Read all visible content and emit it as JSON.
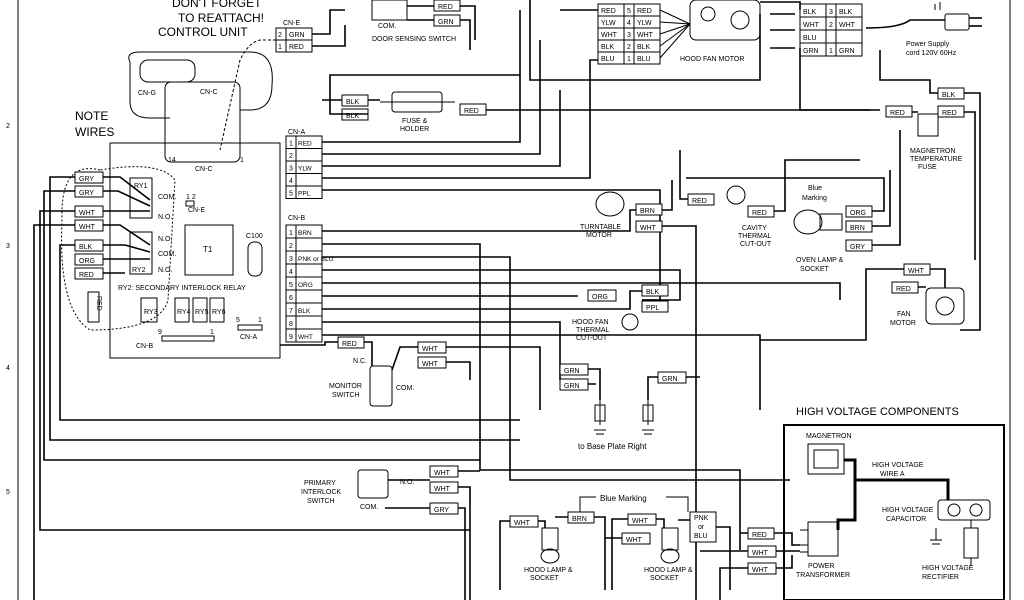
{
  "notes": {
    "reattach_line1": "DON'T FORGET",
    "reattach_line2": "TO REATTACH!",
    "control_unit": "CONTROL UNIT",
    "note": "NOTE",
    "wires": "WIRES"
  },
  "control_board": {
    "cn_g": "CN-G",
    "cn_c": "CN-C",
    "cn_c2": "CN-C",
    "cn_e": "CN-E",
    "cn_e_top": "CN-E",
    "cn_a": "CN-A",
    "cn_b": "CN-B",
    "cn_b2": "CN-B",
    "cn_a2": "CN-A",
    "pin14": "14",
    "pin1": "1",
    "ry1": "RY1",
    "ry2": "RY2",
    "ry3": "RY3",
    "ry4": "RY4",
    "ry5": "RY5",
    "ry6": "RY6",
    "com": "COM.",
    "no": "N.O.",
    "no2": "N.O.",
    "com2": "COM.",
    "no3": "N.O.",
    "t1": "T1",
    "c100": "C100",
    "ry2_label": "RY2: SECONDARY INTERLOCK RELAY",
    "pin9": "9",
    "pin1b": "1",
    "pin5": "5",
    "pin1c": "1",
    "cne_pins": "1 2"
  },
  "left_wires": [
    "GRY",
    "GRY",
    "WHT",
    "WHT",
    "BLK",
    "ORG",
    "RED"
  ],
  "red_vertical": "RED",
  "cn_e_pins": [
    {
      "n": "2",
      "c": "GRN"
    },
    {
      "n": "1",
      "c": "RED"
    }
  ],
  "cn_a_pins": [
    {
      "n": "1",
      "c": "RED"
    },
    {
      "n": "2",
      "c": ""
    },
    {
      "n": "3",
      "c": "YLW"
    },
    {
      "n": "4",
      "c": ""
    },
    {
      "n": "5",
      "c": "PPL"
    }
  ],
  "cn_b_pins": [
    {
      "n": "1",
      "c": "BRN"
    },
    {
      "n": "2",
      "c": ""
    },
    {
      "n": "3",
      "c": "PNK or BLU"
    },
    {
      "n": "4",
      "c": ""
    },
    {
      "n": "5",
      "c": "ORG"
    },
    {
      "n": "6",
      "c": ""
    },
    {
      "n": "7",
      "c": "BLK"
    },
    {
      "n": "8",
      "c": ""
    },
    {
      "n": "9",
      "c": "WHT"
    }
  ],
  "hood_fan_pins": [
    {
      "c": "RED",
      "n": "5",
      "c2": "RED"
    },
    {
      "c": "YLW",
      "n": "4",
      "c2": "YLW"
    },
    {
      "c": "WHT",
      "n": "3",
      "c2": "WHT"
    },
    {
      "c": "BLK",
      "n": "2",
      "c2": "BLK"
    },
    {
      "c": "BLU",
      "n": "1",
      "c2": "BLU"
    }
  ],
  "power_pins": [
    {
      "c": "BLK",
      "n": "3",
      "c2": "BLK"
    },
    {
      "c": "WHT",
      "n": "2",
      "c2": "WHT"
    },
    {
      "c": "BLU",
      "n": "",
      "c2": ""
    },
    {
      "c": "GRN",
      "n": "1",
      "c2": "GRN"
    }
  ],
  "labels": {
    "door_com": "COM.",
    "door_red": "RED",
    "door_grn": "GRN",
    "door_switch": "DOOR SENSING SWITCH",
    "hood_fan_motor": "HOOD FAN MOTOR",
    "power_supply": "Power Supply",
    "power_cord": "cord 120V 60Hz",
    "fuse_blk1": "BLK",
    "fuse_blk2": "BLK",
    "fuse_red": "RED",
    "fuse_holder1": "FUSE &",
    "fuse_holder2": "HOLDER",
    "mag_red1": "RED",
    "mag_blk": "BLK",
    "mag_red2": "RED",
    "mag_fuse1": "MAGNETRON",
    "mag_fuse2": "TEMPERATURE",
    "mag_fuse3": "FUSE",
    "tt_brn": "BRN",
    "tt_wht": "WHT",
    "tt_label1": "TURNTABLE",
    "tt_label2": "MOTOR",
    "cav_red1": "RED",
    "cav_red2": "RED",
    "cav1": "CAVITY",
    "cav2": "THERMAL",
    "cav3": "CUT-OUT",
    "blue_marking1": "Blue",
    "blue_marking2": "Marking",
    "ol_org": "ORG",
    "ol_brn": "BRN",
    "ol_gry": "GRY",
    "oven_lamp1": "OVEN LAMP &",
    "oven_lamp2": "SOCKET",
    "fm_wht": "WHT",
    "fm_red": "RED",
    "fan_motor1": "FAN",
    "fan_motor2": "MOTOR",
    "hf_org": "ORG",
    "hf_blk": "BLK",
    "hf_ppl": "PPL",
    "hft1": "HOOD FAN",
    "hft2": "THERMAL",
    "hft3": "CUT-OUT",
    "mon_red": "RED",
    "mon_wht1": "WHT",
    "mon_wht2": "WHT",
    "mon_nc": "N.C.",
    "mon_com": "COM.",
    "monitor1": "MONITOR",
    "monitor2": "SWITCH",
    "gnd_grn1": "GRN",
    "gnd_grn2": "GRN",
    "gnd_grn3": "GRN",
    "base_plate": "to Base Plate Right",
    "pi_wht1": "WHT",
    "pi_wht2": "WHT",
    "pi_gry": "GRY",
    "pi_no": "N.O.",
    "pi_com": "COM.",
    "primary1": "PRIMARY",
    "primary2": "INTERLOCK",
    "primary3": "SWITCH",
    "blue_marking_b": "Blue Marking",
    "hl_wht1": "WHT",
    "hl_brn": "BRN",
    "hl1a": "HOOD LAMP &",
    "hl1b": "SOCKET",
    "hl_wht2": "WHT",
    "hl_wht3": "WHT",
    "hl_pnk": "PNK",
    "hl_or": "or",
    "hl_blu": "BLU",
    "hl2a": "HOOD LAMP &",
    "hl2b": "SOCKET",
    "pt_red": "RED",
    "pt_wht1": "WHT",
    "pt_wht2": "WHT"
  },
  "hv": {
    "title": "HIGH VOLTAGE COMPONENTS",
    "magnetron": "MAGNETRON",
    "wire_a1": "HIGH VOLTAGE",
    "wire_a2": "WIRE A",
    "cap1": "HIGH VOLTAGE",
    "cap2": "CAPACITOR",
    "pt1": "POWER",
    "pt2": "TRANSFORMER",
    "rect1": "HIGH VOLTAGE",
    "rect2": "RECTIFIER"
  },
  "margin": [
    "2",
    "3",
    "4",
    "5"
  ]
}
